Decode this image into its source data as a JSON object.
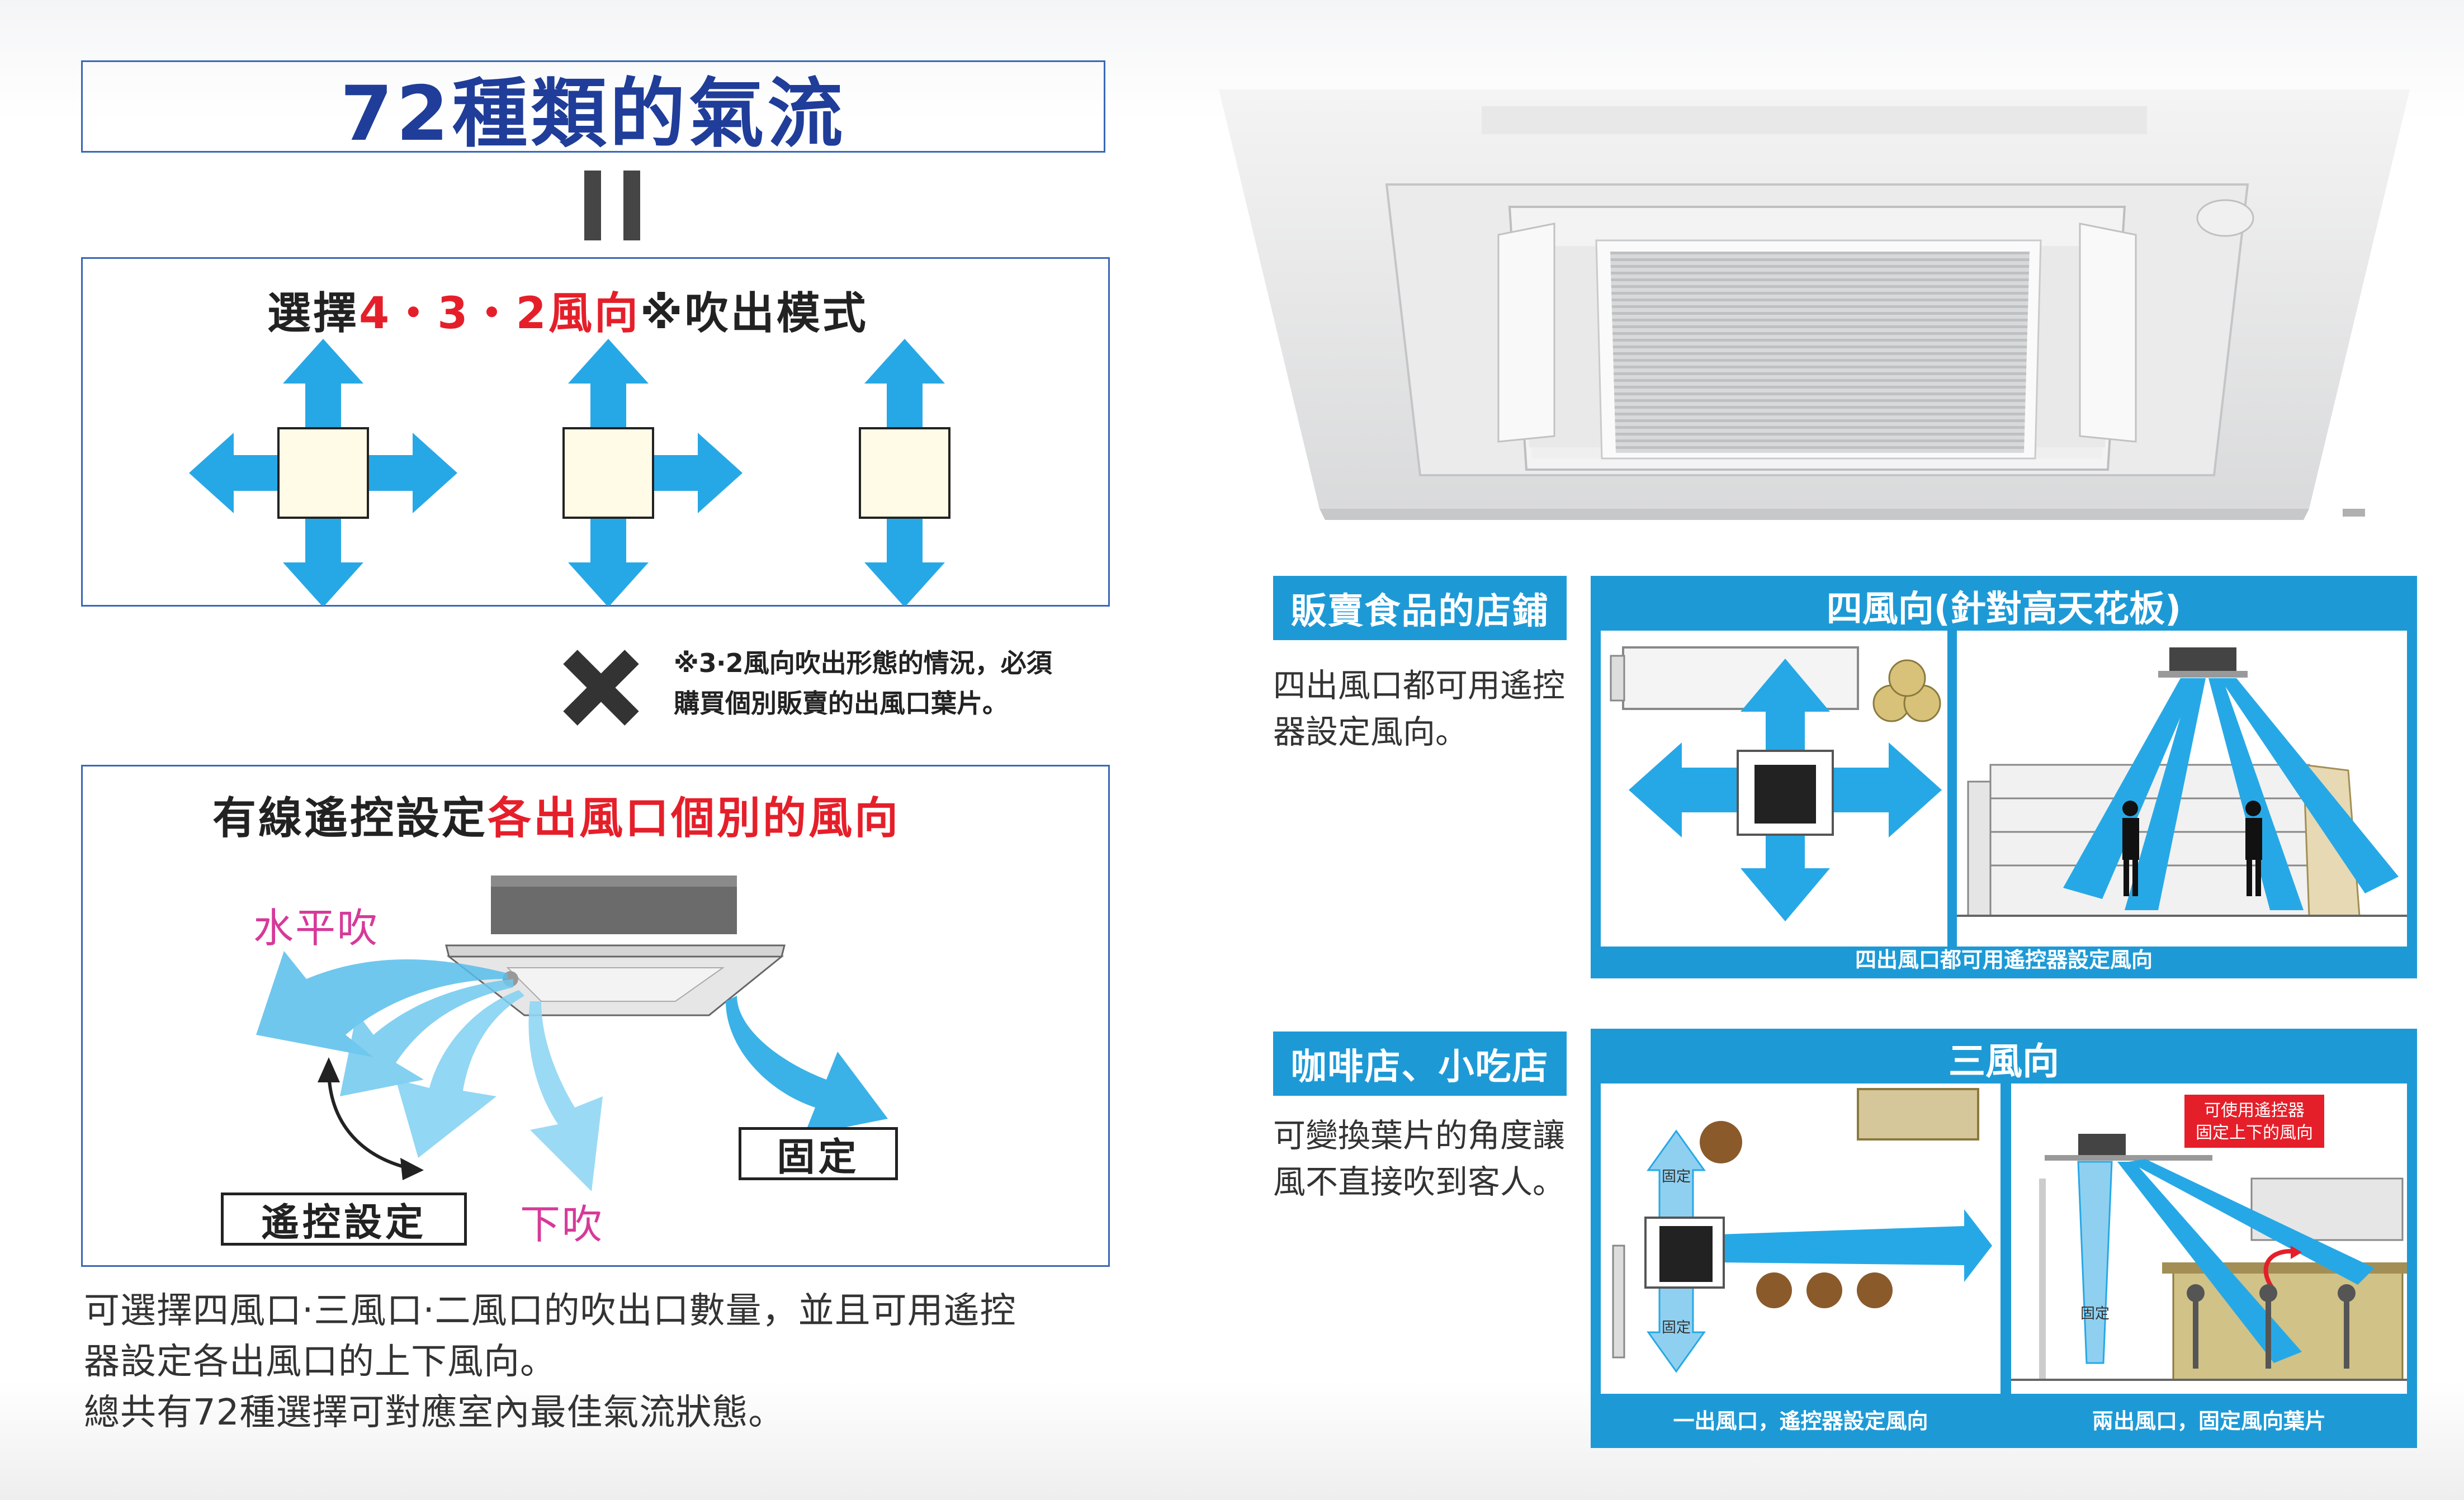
{
  "title": "72種類的氣流",
  "section1": {
    "heading_prefix": "選擇",
    "heading_numbers": "4・3・2",
    "heading_red_suffix": "風向",
    "heading_tail": "※吹出模式",
    "note_line1": "※3‧2風向吹出形態的情況，必須",
    "note_line2": "購買個別販賣的出風口葉片。"
  },
  "section2": {
    "heading_black": "有線遙控設定",
    "heading_red": "各出風口個別的風向",
    "label_horizontal": "水平吹",
    "label_down": "下吹",
    "label_fixed": "固定",
    "label_remote": "遙控設定"
  },
  "body_text": {
    "line1": "可選擇四風口‧三風口‧二風口的吹出口數量，並且可用遙控",
    "line2": "器設定各出風口的上下風向。",
    "line3": "總共有72種選擇可對應室內最佳氣流狀態。"
  },
  "case1": {
    "tag": "販賣食品的店鋪",
    "desc_line1": "四出風口都可用遙控",
    "desc_line2": "器設定風向。",
    "panel_title": "四風向(針對高天花板)",
    "panel_footer": "四出風口都可用遙控器設定風向"
  },
  "case2": {
    "tag": "咖啡店、小吃店",
    "desc_line1": "可變換葉片的角度讓",
    "desc_line2": "風不直接吹到客人。",
    "panel_title": "三風向",
    "fixed_label": "固定",
    "callout_line1": "可使用遙控器",
    "callout_line2": "固定上下的風向",
    "footer_left": "一出風口，遙控器設定風向",
    "footer_right": "兩出風口，固定風向葉片"
  },
  "colors": {
    "title_blue": "#1f3d99",
    "accent_red": "#e51f2a",
    "panel_blue": "#1d9ad6",
    "arrow_blue": "#27a8e6",
    "pink": "#d63a9a"
  },
  "icons": [
    "arrow-cross-icon",
    "x-mark-icon",
    "cassette-unit-icon",
    "person-icon"
  ]
}
